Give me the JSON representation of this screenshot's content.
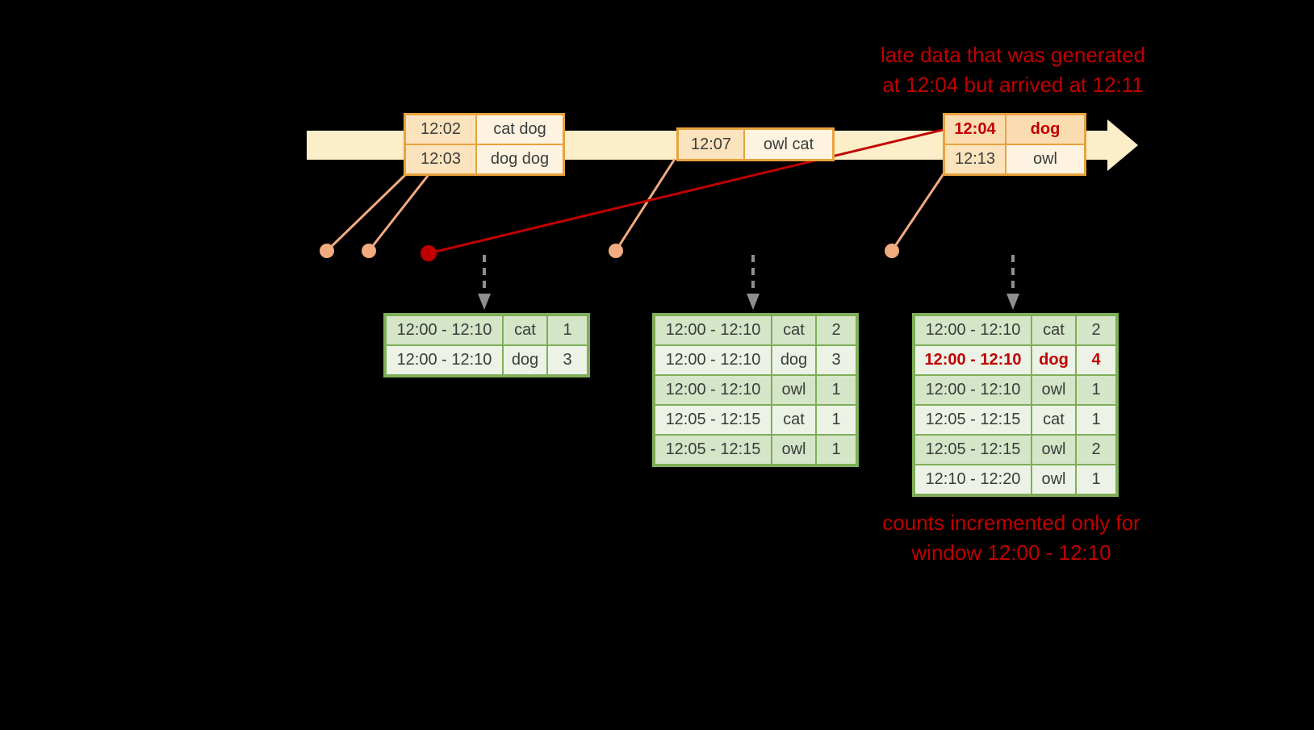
{
  "colors": {
    "background": "#000000",
    "timeline_fill": "#fbeec9",
    "event_table_border": "#e8a33d",
    "event_time_cell": "#fbe3bd",
    "event_word_cell": "#fdf3e0",
    "late_row_fill": "#fadcb0",
    "result_table_border": "#7fae58",
    "result_row_dark": "#d4e5c8",
    "result_row_light": "#ecf3e6",
    "connector_salmon": "#f0ab7e",
    "accent_red": "#c00000",
    "arrow_gray": "#8f8f8f"
  },
  "annotations": {
    "late_data_line1": "late data that was generated",
    "late_data_line2": "at 12:04 but arrived at 12:11",
    "counts_line1": "counts incremented only for",
    "counts_line2": "window 12:00 - 12:10"
  },
  "event_tables": {
    "t1": {
      "rows": [
        {
          "time": "12:02",
          "words": "cat dog"
        },
        {
          "time": "12:03",
          "words": "dog dog"
        }
      ]
    },
    "t2": {
      "rows": [
        {
          "time": "12:07",
          "words": "owl cat"
        }
      ]
    },
    "t3": {
      "rows": [
        {
          "time": "12:04",
          "words": "dog"
        },
        {
          "time": "12:13",
          "words": "owl"
        }
      ]
    }
  },
  "result_tables": {
    "r1": {
      "rows": [
        {
          "window": "12:00 - 12:10",
          "word": "cat",
          "count": "1"
        },
        {
          "window": "12:00 - 12:10",
          "word": "dog",
          "count": "3"
        }
      ]
    },
    "r2": {
      "rows": [
        {
          "window": "12:00 - 12:10",
          "word": "cat",
          "count": "2"
        },
        {
          "window": "12:00 - 12:10",
          "word": "dog",
          "count": "3"
        },
        {
          "window": "12:00 - 12:10",
          "word": "owl",
          "count": "1"
        },
        {
          "window": "12:05 - 12:15",
          "word": "cat",
          "count": "1"
        },
        {
          "window": "12:05 - 12:15",
          "word": "owl",
          "count": "1"
        }
      ]
    },
    "r3": {
      "rows": [
        {
          "window": "12:00 - 12:10",
          "word": "cat",
          "count": "2"
        },
        {
          "window": "12:00 - 12:10",
          "word": "dog",
          "count": "4"
        },
        {
          "window": "12:00 - 12:10",
          "word": "owl",
          "count": "1"
        },
        {
          "window": "12:05 - 12:15",
          "word": "cat",
          "count": "1"
        },
        {
          "window": "12:05 - 12:15",
          "word": "owl",
          "count": "2"
        },
        {
          "window": "12:10 - 12:20",
          "word": "owl",
          "count": "1"
        }
      ]
    }
  }
}
